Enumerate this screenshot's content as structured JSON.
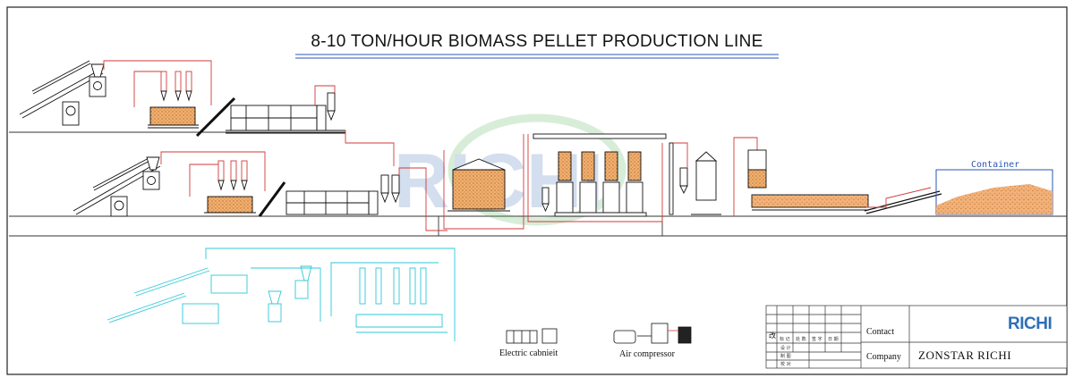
{
  "drawing": {
    "title": "8-10 TON/HOUR BIOMASS PELLET PRODUCTION LINE",
    "container_label": "Container",
    "electric_cabinet_label": "Electric cabnieit",
    "air_compressor_label": "Air compressor",
    "watermark": "RICHI"
  },
  "title_block": {
    "contact_label": "Contact",
    "company_label": "Company",
    "company_value": "ZONSTAR RICHI",
    "logo_text": "RICHI",
    "revision_mark": "改",
    "col_headers": [
      "标 记",
      "处 数",
      "签 字",
      "日 期"
    ],
    "row_labels": [
      "设 计",
      "制 图",
      "校 对"
    ]
  },
  "colors": {
    "line": "#1a1a1a",
    "pipe_red": "#d23a3a",
    "cyan": "#2ec8d6",
    "material": "#e8a35a",
    "container_blue": "#2a56b8",
    "watermark_green": "#4caf50",
    "watermark_blue": "#3b6fb5"
  }
}
